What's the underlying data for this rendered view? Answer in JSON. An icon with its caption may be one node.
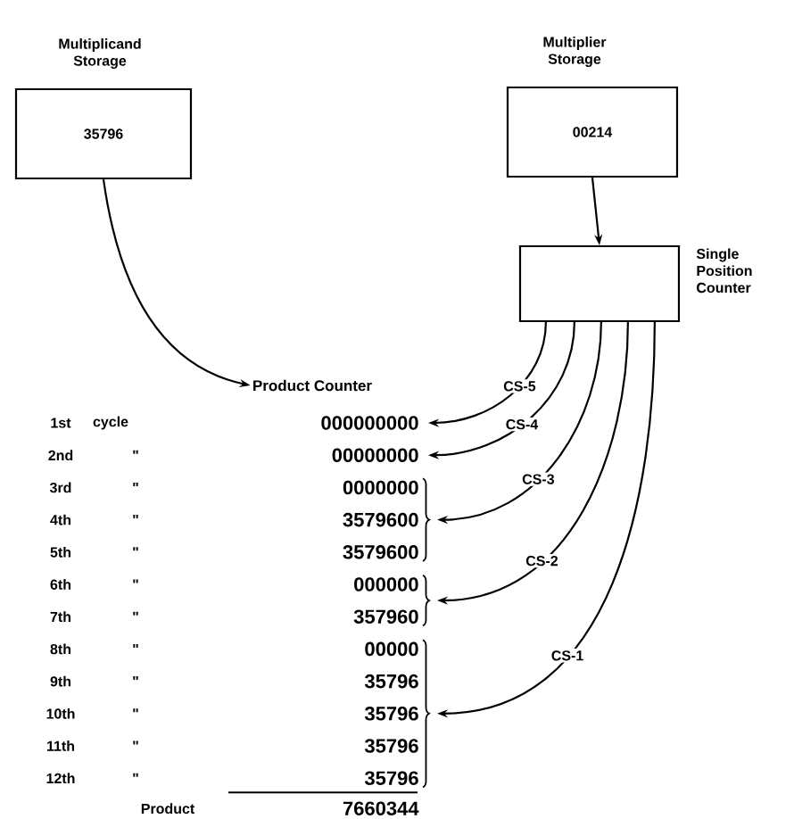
{
  "diagram": {
    "nodes": [
      {
        "text": [
          "Multiplicand Storage",
          "35796"
        ]
      },
      {
        "text": [
          "Multiplier Storage",
          "00214"
        ]
      },
      {
        "text": [
          "Single Position Counter"
        ]
      },
      {
        "text": [
          "Product Counter"
        ]
      },
      {
        "text": [
          "000000000"
        ]
      },
      {
        "text": [
          "00000000"
        ]
      },
      {
        "text": [
          "0000000",
          "3579600",
          "3579600"
        ]
      },
      {
        "text": [
          "000000",
          "357960"
        ]
      },
      {
        "text": [
          "00000",
          "35796",
          "35796",
          "35796",
          "35796"
        ]
      }
    ],
    "edges": [
      {
        "from": 0,
        "to": 3,
        "arrow": "to"
      },
      {
        "from": 1,
        "to": 2,
        "arrow": "to"
      },
      {
        "from": 2,
        "to": 4,
        "arrow": "to",
        "label": "CS-5"
      },
      {
        "from": 2,
        "to": 5,
        "arrow": "to",
        "label": "CS-4"
      },
      {
        "from": 2,
        "to": 6,
        "arrow": "to",
        "label": "CS-3"
      },
      {
        "from": 2,
        "to": 7,
        "arrow": "to",
        "label": "CS-2"
      },
      {
        "from": 2,
        "to": 8,
        "arrow": "to",
        "label": "CS-1"
      }
    ],
    "labels": [
      "1st",
      "cycle",
      "2nd",
      "\"",
      "3rd",
      "\"",
      "4th",
      "\"",
      "5th",
      "\"",
      "6th",
      "\"",
      "7th",
      "\"",
      "8th",
      "\"",
      "9th",
      "\"",
      "10th",
      "\"",
      "11th",
      "\"",
      "12th",
      "\"",
      "Product",
      "7660344"
    ]
  }
}
